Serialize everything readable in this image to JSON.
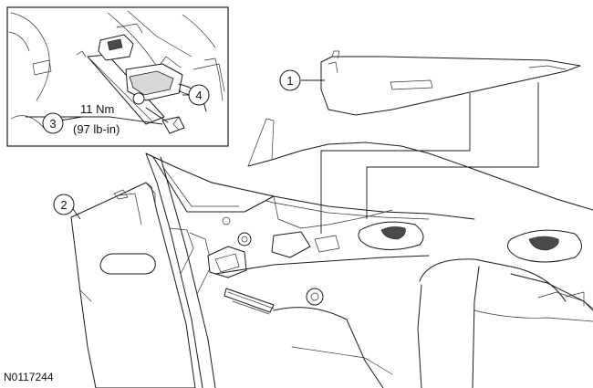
{
  "callouts": {
    "c1": "1",
    "c2": "2",
    "c3": "3",
    "c4": "4"
  },
  "torque": {
    "metric": "11 Nm",
    "imperial": "(97 lb-in)"
  },
  "reference_code": "N0117244"
}
